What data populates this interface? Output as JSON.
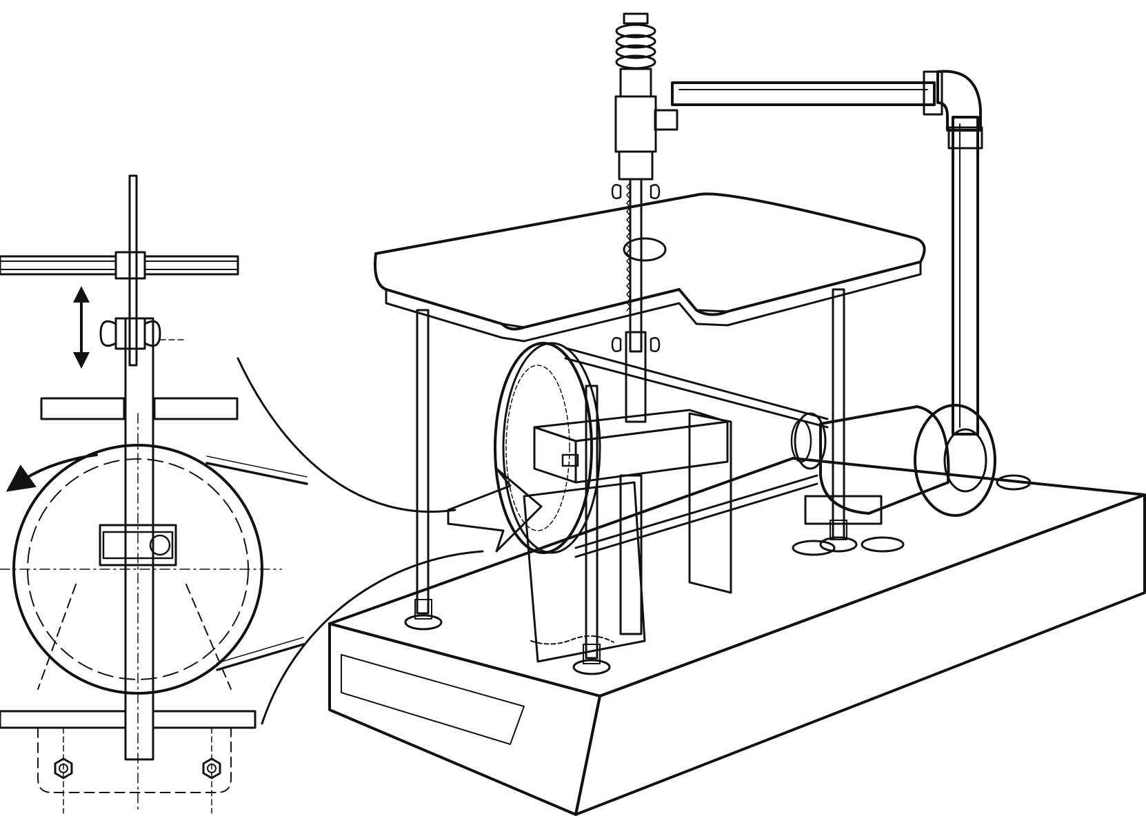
{
  "colors": {
    "ink": "#111111",
    "paper": "#ffffff"
  },
  "detail": {
    "motion_arrows": [
      "up-down-arrow",
      "rotation-arrow"
    ],
    "parts": [
      "guide-bar",
      "table-section",
      "crank-disc",
      "crank-pin",
      "connecting-rod",
      "base-section",
      "mounting-nuts"
    ]
  },
  "machine": {
    "parts": [
      "saw-table",
      "blade",
      "spring-tensioner",
      "overhead-arm",
      "arm-elbow",
      "vertical-pipe",
      "flywheel-disc",
      "slide-guide",
      "electric-motor",
      "motor-pulley",
      "drive-belt",
      "table-legs",
      "base-board"
    ]
  }
}
